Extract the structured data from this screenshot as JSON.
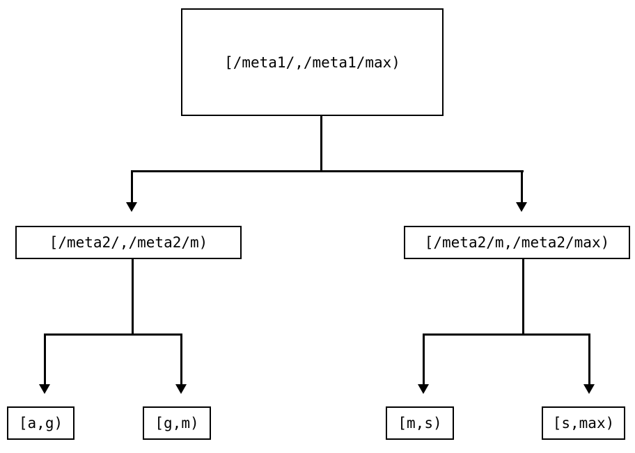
{
  "diagram": {
    "type": "tree",
    "title": "",
    "orientation": "top-down",
    "colors": {
      "background": "#ffffff",
      "node_border": "#000000",
      "node_fill": "#ffffff",
      "edge": "#000000",
      "text": "#000000"
    },
    "nodes": {
      "root": {
        "label": "[/meta1/,/meta1/max)",
        "level": 0
      },
      "mid_left": {
        "label": "[/meta2/,/meta2/m)",
        "level": 1
      },
      "mid_right": {
        "label": "[/meta2/m,/meta2/max)",
        "level": 1
      },
      "leaf_ag": {
        "label": "[a,g)",
        "level": 2
      },
      "leaf_gm": {
        "label": "[g,m)",
        "level": 2
      },
      "leaf_ms": {
        "label": "[m,s)",
        "level": 2
      },
      "leaf_smax": {
        "label": "[s,max)",
        "level": 2
      }
    },
    "edges": [
      {
        "from": "root",
        "to": "mid_left",
        "arrow": "down"
      },
      {
        "from": "root",
        "to": "mid_right",
        "arrow": "down"
      },
      {
        "from": "mid_left",
        "to": "leaf_ag",
        "arrow": "down"
      },
      {
        "from": "mid_left",
        "to": "leaf_gm",
        "arrow": "down"
      },
      {
        "from": "mid_right",
        "to": "leaf_ms",
        "arrow": "down"
      },
      {
        "from": "mid_right",
        "to": "leaf_smax",
        "arrow": "down"
      }
    ]
  }
}
